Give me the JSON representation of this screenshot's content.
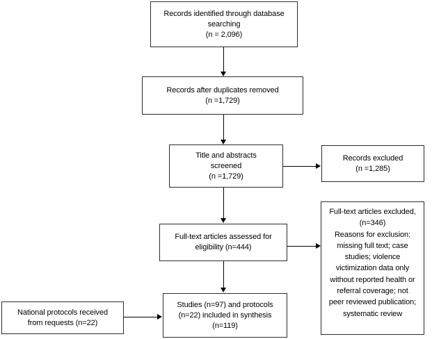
{
  "diagram": {
    "type": "prisma-flow-diagram",
    "nodes": {
      "records_identified": {
        "label": "Records identified through database\nsearching\n(n = 2,096)",
        "count": 2096
      },
      "records_after_duplicates": {
        "label": "Records after duplicates removed\n(n =1,729)",
        "count": 1729
      },
      "title_abstracts_screened": {
        "label": "Title and abstracts\nscreened\n(n =1,729)",
        "count": 1729
      },
      "records_excluded": {
        "label": "Records excluded\n(n =1,285)",
        "count": 1285
      },
      "fulltext_assessed": {
        "label": "Full-text articles assessed for\neligibility (n=444)",
        "count": 444
      },
      "fulltext_excluded": {
        "label": "Full-text articles excluded,\n(n=346)\nReasons for exclusion:\nmissing full text; case\nstudies; violence\nvictimization data only\nwithout reported health or\nreferral coverage; not\npeer reviewed publication;\nsystematic review",
        "count": 346
      },
      "national_protocols": {
        "label": "National protocols received\nfrom requests (n=22)",
        "count": 22
      },
      "included_synthesis": {
        "label": "Studies (n=97) and protocols\n(n=22) included in synthesis\n(n=119)",
        "studies": 97,
        "protocols": 22,
        "total": 119
      }
    },
    "colors": {
      "border": "#2b2b2b",
      "line": "#000000",
      "background": "#ffffff",
      "text": "#000000"
    }
  }
}
